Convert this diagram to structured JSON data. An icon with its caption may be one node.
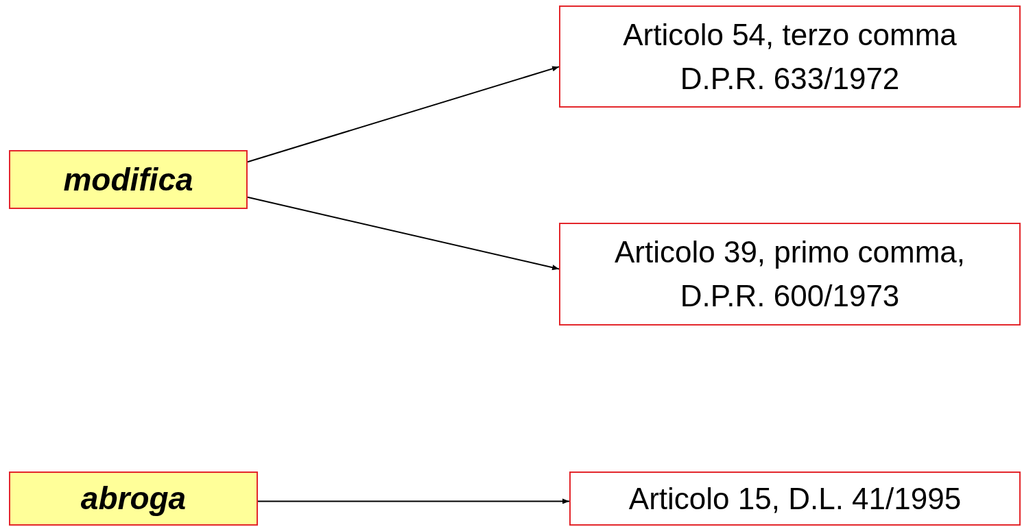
{
  "diagram": {
    "nodes": [
      {
        "text": [
          "modifica"
        ]
      },
      {
        "text": [
          "Articolo 54, terzo comma D.P.R. 633/1972"
        ]
      },
      {
        "text": [
          "Articolo 39, primo comma, D.P.R. 600/1973"
        ]
      },
      {
        "text": [
          "abroga"
        ]
      },
      {
        "text": [
          "Articolo 15, D.L. 41/1995"
        ]
      }
    ],
    "edges": [
      {
        "from": 0,
        "to": 1,
        "arrow": "to"
      },
      {
        "from": 0,
        "to": 2,
        "arrow": "to"
      },
      {
        "from": 3,
        "to": 4,
        "arrow": "to"
      }
    ]
  }
}
